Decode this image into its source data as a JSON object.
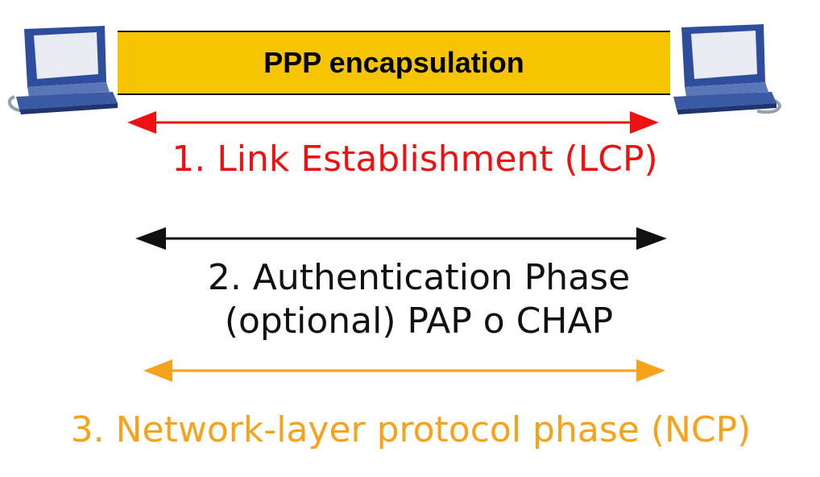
{
  "title": "PPP encapsulation",
  "phases": [
    {
      "label": "1. Link Establishment (LCP)",
      "color": "#ee1111"
    },
    {
      "line1": "2. Authentication Phase",
      "line2": "(optional) PAP o CHAP",
      "color": "#111111"
    },
    {
      "label": "3. Network-layer protocol phase (NCP)",
      "color": "#f7a21b"
    }
  ],
  "icons": [
    "computer-left-icon",
    "computer-right-icon"
  ]
}
